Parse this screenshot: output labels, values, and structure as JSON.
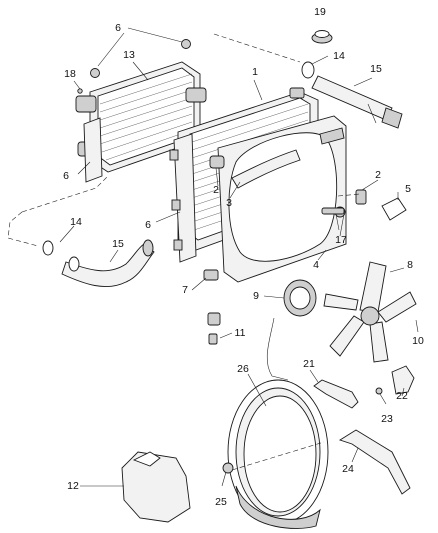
{
  "callouts": [
    {
      "id": "c-1",
      "label": "1"
    },
    {
      "id": "c-2a",
      "label": "2"
    },
    {
      "id": "c-2b",
      "label": "2"
    },
    {
      "id": "c-3",
      "label": "3"
    },
    {
      "id": "c-4",
      "label": "4"
    },
    {
      "id": "c-5",
      "label": "5"
    },
    {
      "id": "c-6a",
      "label": "6"
    },
    {
      "id": "c-6b",
      "label": "6"
    },
    {
      "id": "c-6c",
      "label": "6"
    },
    {
      "id": "c-7",
      "label": "7"
    },
    {
      "id": "c-8",
      "label": "8"
    },
    {
      "id": "c-9",
      "label": "9"
    },
    {
      "id": "c-10",
      "label": "10"
    },
    {
      "id": "c-11",
      "label": "11"
    },
    {
      "id": "c-12",
      "label": "12"
    },
    {
      "id": "c-13",
      "label": "13"
    },
    {
      "id": "c-14a",
      "label": "14"
    },
    {
      "id": "c-14b",
      "label": "14"
    },
    {
      "id": "c-15a",
      "label": "15"
    },
    {
      "id": "c-15b",
      "label": "15"
    },
    {
      "id": "c-17",
      "label": "17"
    },
    {
      "id": "c-18",
      "label": "18"
    },
    {
      "id": "c-19",
      "label": "19"
    },
    {
      "id": "c-21",
      "label": "21"
    },
    {
      "id": "c-22",
      "label": "22"
    },
    {
      "id": "c-23",
      "label": "23"
    },
    {
      "id": "c-24",
      "label": "24"
    },
    {
      "id": "c-25",
      "label": "25"
    },
    {
      "id": "c-26",
      "label": "26"
    }
  ]
}
